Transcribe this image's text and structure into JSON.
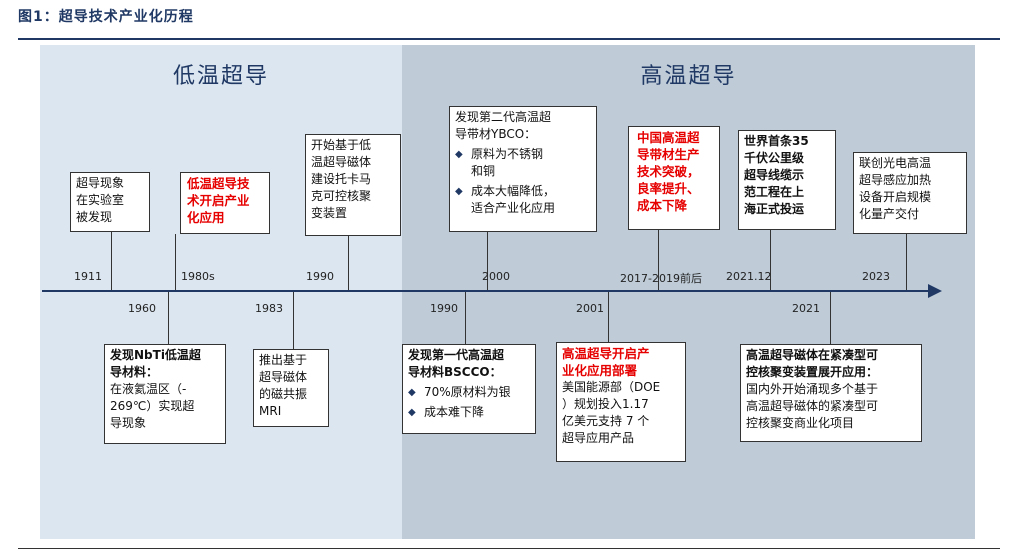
{
  "figure": {
    "title": "图1：超导技术产业化历程"
  },
  "panels": {
    "low": "低温超导",
    "high": "高温超导"
  },
  "years": {
    "y1911": "1911",
    "y1960": "1960",
    "y1980s": "1980s",
    "y1983": "1983",
    "y1990a": "1990",
    "y1990b": "1990",
    "y2000": "2000",
    "y2001": "2001",
    "y2017": "2017-2019前后",
    "y2021_12": "2021.12",
    "y2021": "2021",
    "y2023": "2023"
  },
  "events": {
    "e1911": {
      "lines": [
        "超导现象",
        "在实验室",
        "被发现"
      ]
    },
    "e1980s": {
      "lines": [
        "低温超导技",
        "术开启产业",
        "化应用"
      ]
    },
    "e1990a": {
      "lines": [
        "开始基于低",
        "温超导磁体",
        "建设托卡马",
        "克可控核聚",
        "变装置"
      ]
    },
    "e2000": {
      "heading": [
        "发现第二代高温超",
        "导带材YBCO："
      ],
      "bullets": [
        [
          "原料为不锈钢",
          "和铜"
        ],
        [
          "成本大幅降低，",
          "适合产业化应用"
        ]
      ]
    },
    "e2017": {
      "lines": [
        "中国高温超",
        "导带材生产",
        "技术突破，",
        "良率提升、",
        "成本下降"
      ]
    },
    "e2021_12": {
      "lines": [
        "世界首条35",
        "千伏公里级",
        "超导线缆示",
        "范工程在上",
        "海正式投运"
      ]
    },
    "e2023": {
      "lines": [
        "联创光电高温",
        "超导感应加热",
        "设备开启规模",
        "化量产交付"
      ]
    },
    "e1960": {
      "lines": [
        "发现NbTi低温超",
        "导材料：",
        "在液氦温区（-",
        "269℃）实现超",
        "导现象"
      ]
    },
    "e1983": {
      "lines": [
        "推出基于",
        "超导磁体",
        "的磁共振",
        "MRI"
      ]
    },
    "e1990b": {
      "heading": [
        "发现第一代高温超",
        "导材料BSCCO："
      ],
      "bullets": [
        [
          "70%原材料为银"
        ],
        [
          "成本难下降"
        ]
      ]
    },
    "e2001": {
      "heading": [
        "高温超导开启产",
        "业化应用部署"
      ],
      "lines": [
        "美国能源部（DOE",
        "）规划投入1.17",
        "亿美元支持 7 个",
        "超导应用产品"
      ]
    },
    "e2021": {
      "heading": [
        "高温超导磁体在紧凑型可",
        "控核聚变装置展开应用："
      ],
      "lines": [
        "国内外开始涌现多个基于",
        "高温超导磁体的紧凑型可",
        "控核聚变商业化项目"
      ]
    }
  },
  "colors": {
    "accent_red": "#e60000",
    "navy": "#1f3864",
    "panel_low": "#dce6f0",
    "panel_high": "#bfccd8"
  },
  "icons": {
    "bullet": "diamond-bullet-icon",
    "axis_end": "arrow-right-icon"
  }
}
